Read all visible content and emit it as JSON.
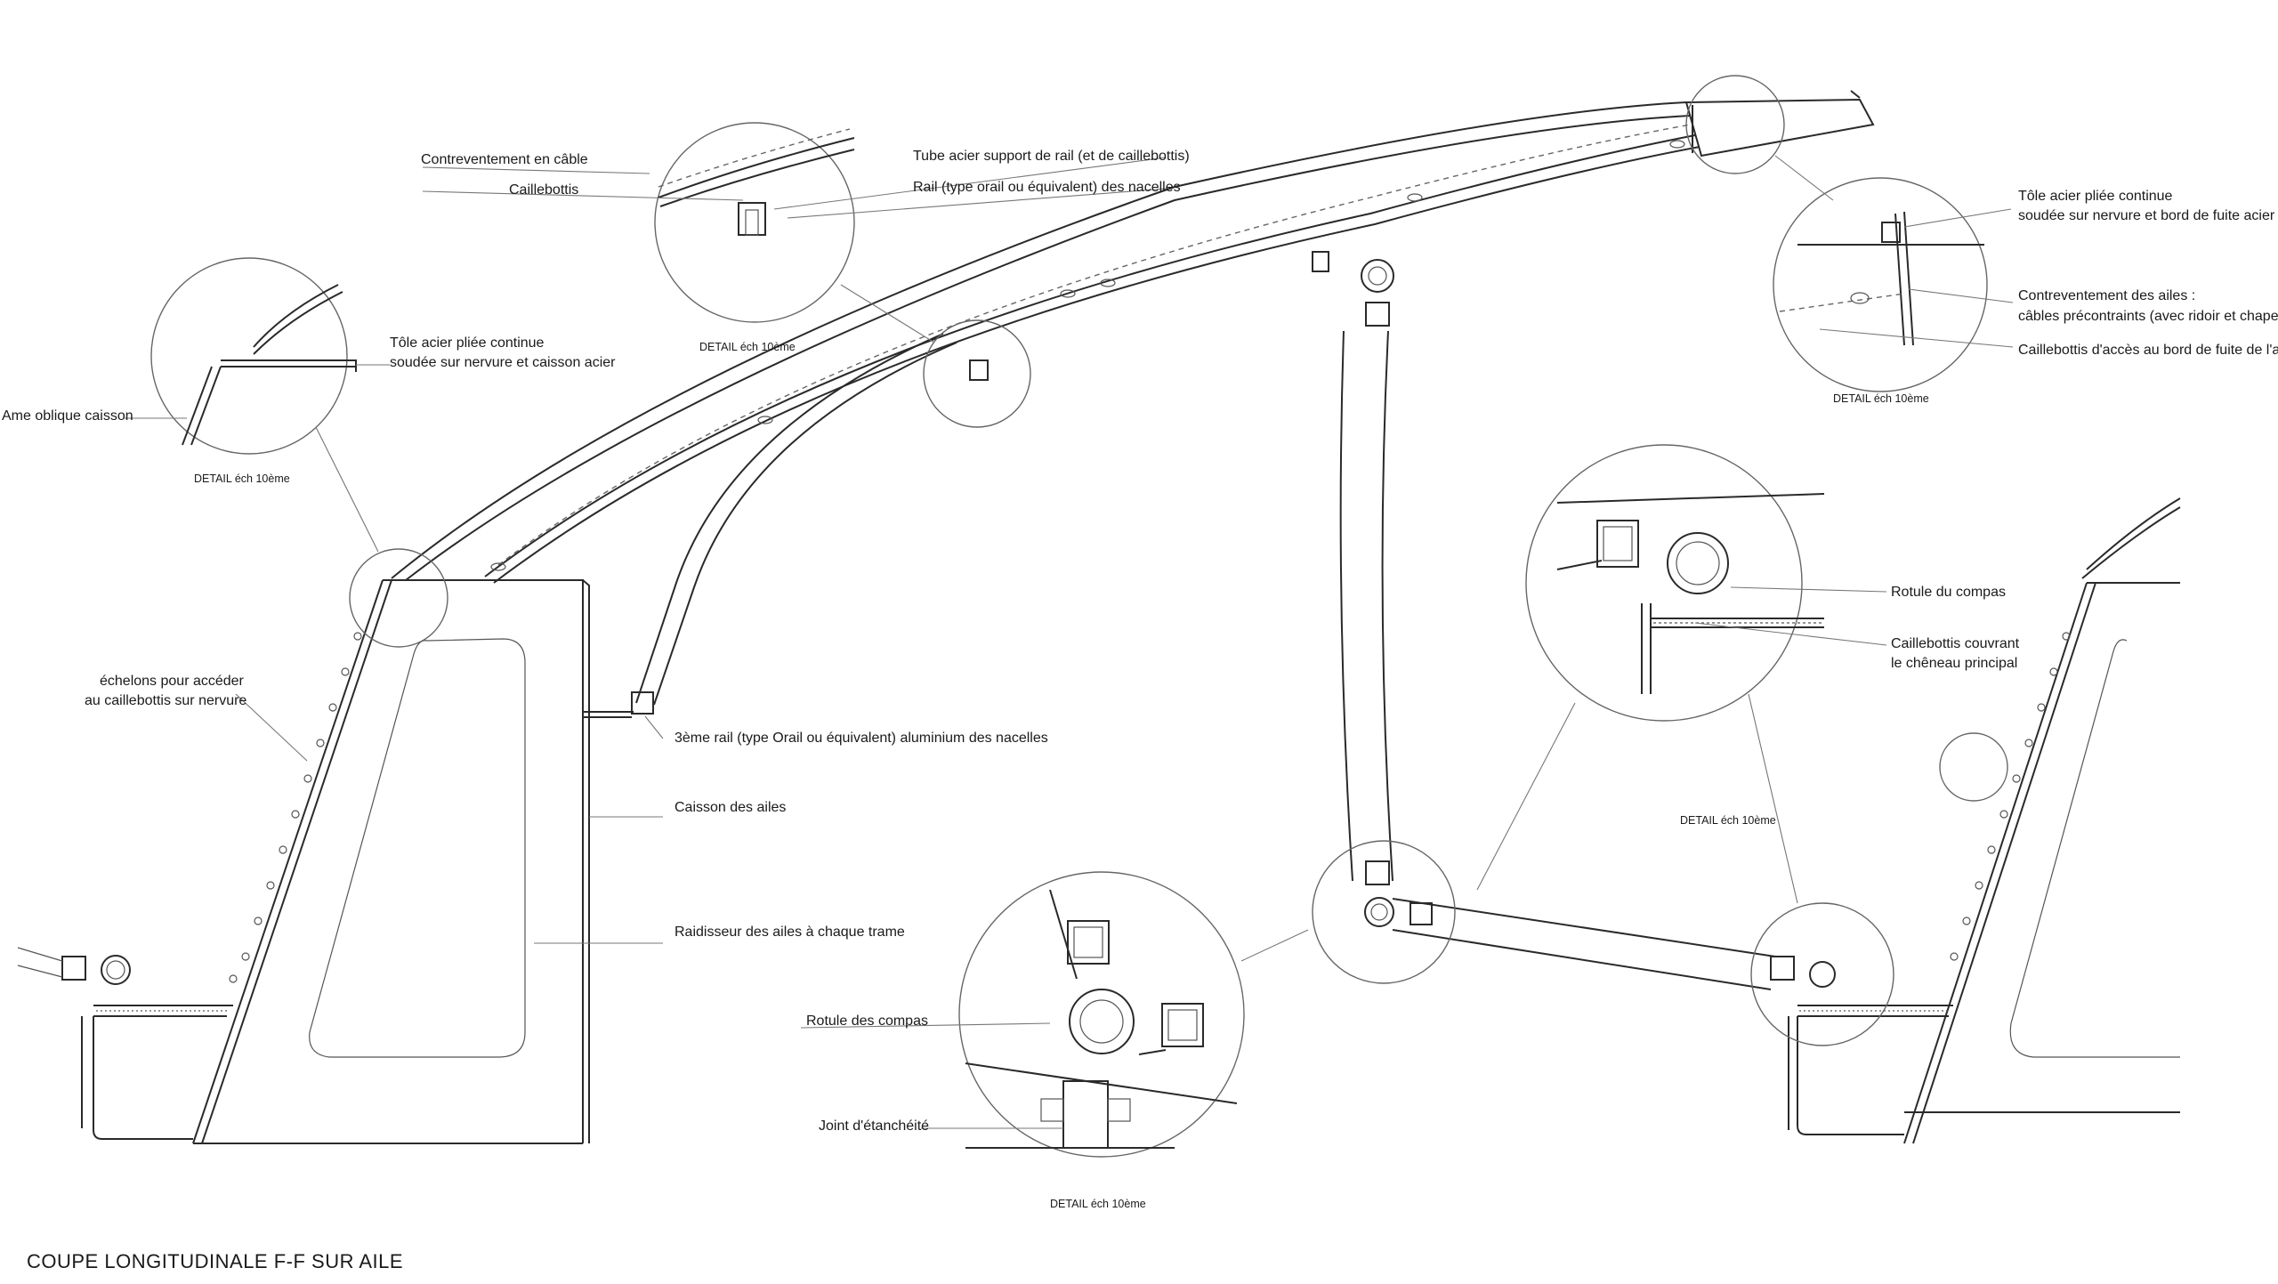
{
  "title": "COUPE LONGITUDINALE F-F SUR AILE",
  "labels": {
    "contreventement_cable": "Contreventement en câble",
    "caillebottis": "Caillebottis",
    "tube_acier": "Tube acier support de rail (et de caillebottis)",
    "rail_orail": "Rail (type orail ou équivalent) des nacelles",
    "tole_caisson_1": "Tôle acier pliée continue",
    "tole_caisson_2": "soudée sur nervure et caisson acier",
    "ame_oblique": "Ame oblique caisson",
    "echelons_1": "échelons pour accéder",
    "echelons_2": "au caillebottis sur nervure",
    "troisieme_rail": "3ème rail (type Orail ou équivalent) aluminium des nacelles",
    "caisson_ailes": "Caisson des ailes",
    "raidisseur": "Raidisseur des ailes à chaque trame",
    "rotule_compas_bas": "Rotule des compas",
    "joint": "Joint d'étanchéité",
    "tole_bord_1": "Tôle acier pliée continue",
    "tole_bord_2": "soudée sur nervure et bord de fuite acier",
    "contrev_ailes_1": "Contreventement des ailes :",
    "contrev_ailes_2": "câbles précontraints (avec ridoir et chapes)",
    "caillebottis_acces": "Caillebottis d'accès au bord de fuite de l'aile",
    "rotule_compas": "Rotule du compas",
    "caillebottis_cheneau_1": "Caillebottis couvrant",
    "caillebottis_cheneau_2": "le chêneau principal"
  },
  "details": {
    "d1": "DETAIL éch 10ème",
    "d2": "DETAIL éch 10ème",
    "d3": "DETAIL éch 10ème",
    "d4": "DETAIL éch 10ème",
    "d5": "DETAIL éch 10ème"
  }
}
